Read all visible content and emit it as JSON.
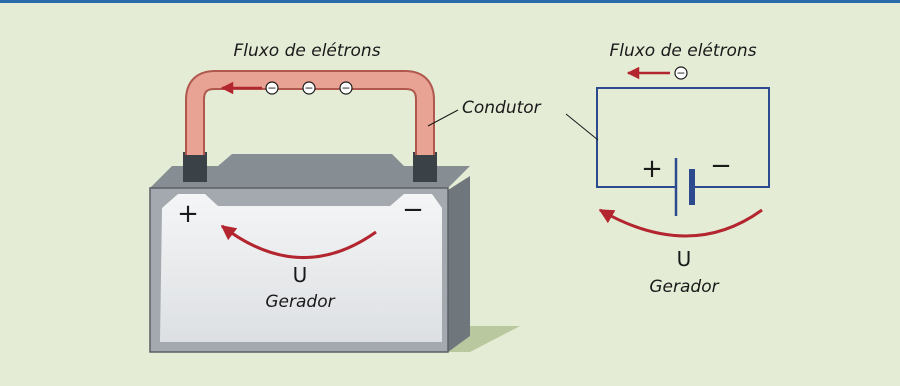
{
  "battery": {
    "flow_label": "Fluxo de elétrons",
    "conductor_label": "Condutor",
    "plus_sign": "+",
    "minus_sign": "−",
    "electron_sign": "−",
    "voltage_symbol": "U",
    "generator_label": "Gerador"
  },
  "circuit": {
    "flow_label": "Fluxo de elétrons",
    "plus_sign": "+",
    "minus_sign": "−",
    "electron_sign": "−",
    "voltage_symbol": "U",
    "generator_label": "Gerador"
  },
  "colors": {
    "background": "#e4ecd6",
    "top_rule": "#2b6aa8",
    "wire_blue": "#2d4a8f",
    "arrow_red": "#b3262f",
    "conductor_fill": "#e8a394",
    "battery_gray": "#9aa1a7",
    "battery_face": "#eef0f2"
  }
}
